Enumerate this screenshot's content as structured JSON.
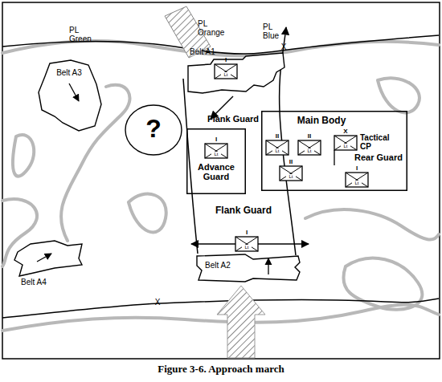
{
  "diagram": {
    "caption": "Figure 3-6. Approach march",
    "nodes": [
      {
        "text": [
          "Belt A1"
        ]
      },
      {
        "text": [
          "I",
          "Lt"
        ],
        "in": 0
      },
      {
        "text": [
          "Belt A3"
        ]
      },
      {
        "text": [
          "?"
        ]
      },
      {
        "text": [
          "Advance Guard"
        ]
      },
      {
        "text": [
          "I",
          "Lt"
        ],
        "in": 4
      },
      {
        "text": [
          "Main Body"
        ]
      },
      {
        "text": [
          "II",
          "Lt"
        ],
        "in": 6
      },
      {
        "text": [
          "II",
          "Lt"
        ],
        "in": 6
      },
      {
        "text": [
          "X",
          "Lt"
        ],
        "in": 6
      },
      {
        "text": [
          "II",
          "Lt"
        ],
        "in": 6
      },
      {
        "text": [
          "I",
          "Lt"
        ],
        "in": 6
      },
      {
        "text": [
          "I",
          "Lt"
        ]
      },
      {
        "text": [
          "Belt A4"
        ]
      },
      {
        "text": [
          "Belt A2"
        ]
      }
    ],
    "labels": [
      "PL Green",
      "PL Orange",
      "PL Blue",
      "X",
      "Flank Guard",
      "Tactical CP",
      "Rear Guard",
      "Flank Guard",
      "X"
    ]
  }
}
